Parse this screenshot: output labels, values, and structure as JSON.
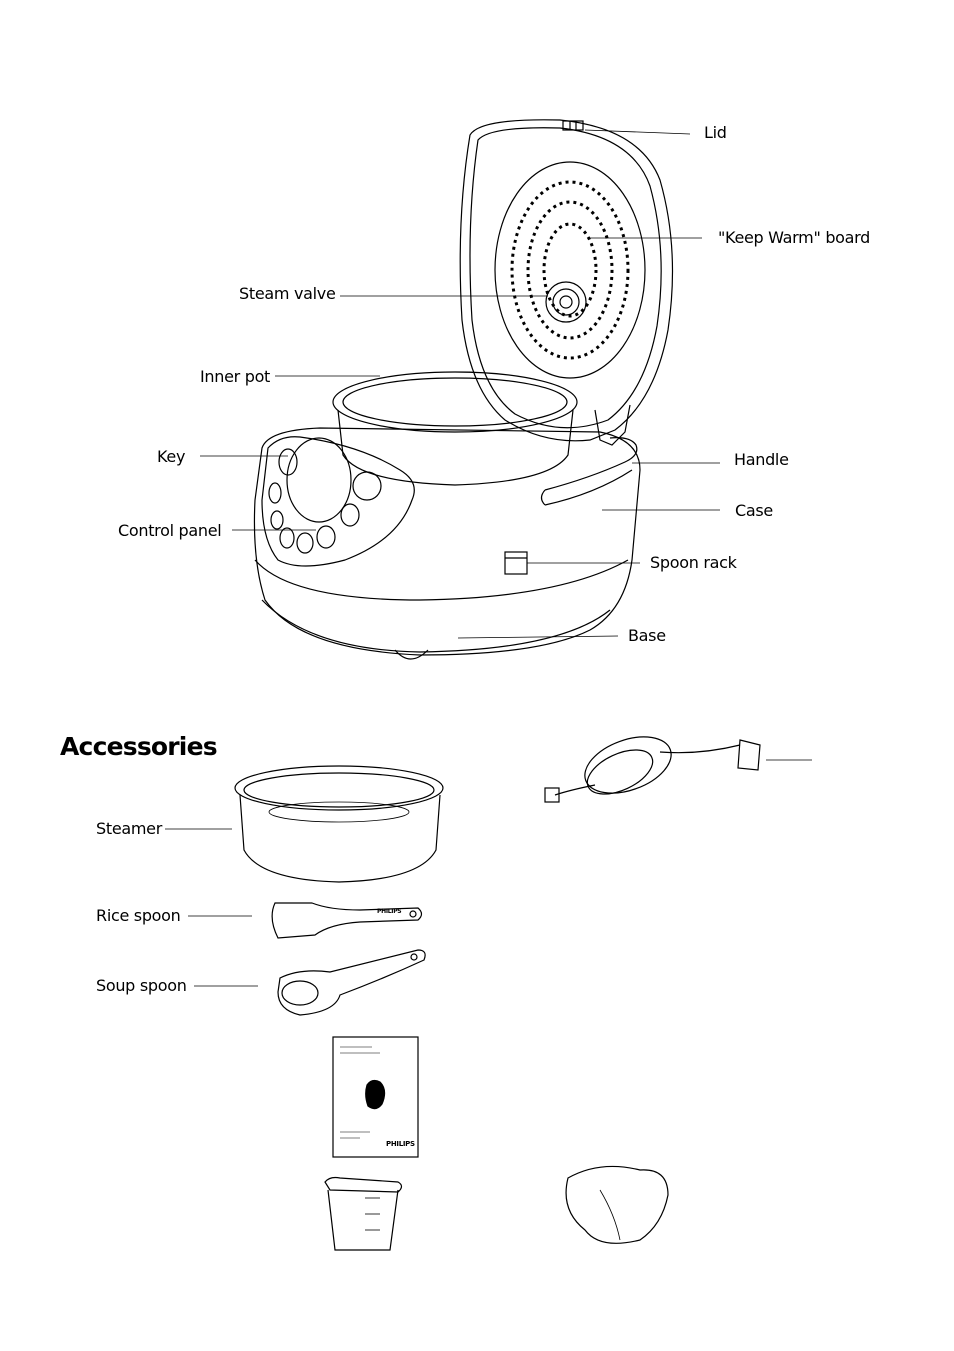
{
  "diagram": {
    "labels": {
      "lid": "Lid",
      "keep_warm_board": "\"Keep Warm\" board",
      "steam_valve": "Steam valve",
      "inner_pot": "Inner pot",
      "key": "Key",
      "handle": "Handle",
      "case": "Case",
      "control_panel": "Control panel",
      "spoon_rack": "Spoon rack",
      "base": "Base"
    }
  },
  "accessories": {
    "heading": "Accessories",
    "labels": {
      "steamer": "Steamer",
      "rice_spoon": "Rice spoon",
      "soup_spoon": "Soup spoon"
    },
    "manual_brand": "PHILIPS",
    "spoon_brand": "PHILIPS"
  },
  "colors": {
    "line": "#000000",
    "background": "#ffffff"
  }
}
